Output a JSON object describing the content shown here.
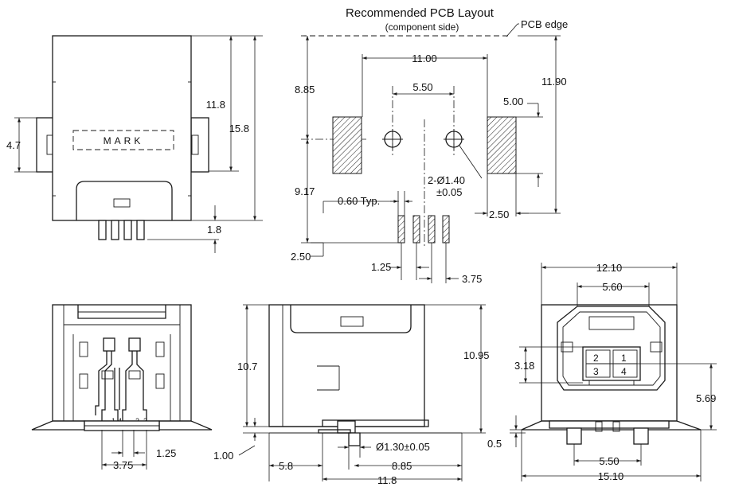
{
  "header": {
    "title": "Recommended PCB Layout",
    "subtitle": "(component side)",
    "pcb_edge": "PCB edge"
  },
  "front_view": {
    "mark": "MARK",
    "dims": {
      "height_11_8": "11.8",
      "height_15_8": "15.8",
      "width_4_7": "4.7",
      "pin_1_8": "1.8"
    }
  },
  "pcb_layout": {
    "dims": {
      "d8_85": "8.85",
      "d11_00": "11.00",
      "d5_50": "5.50",
      "d11_90": "11.90",
      "d5_00": "5.00",
      "d9_17": "9.17",
      "d0_60": "0.60 Typ.",
      "d2_hole": "2-Ø1.40",
      "d2_hole_tol": "±0.05",
      "d2_50_right": "2.50",
      "d2_50_left": "2.50",
      "d1_25": "1.25",
      "d3_75": "3.75"
    }
  },
  "bottom_left_view": {
    "pins": [
      "1",
      "4",
      "2",
      "3"
    ],
    "dims": {
      "d3_75": "3.75",
      "d1_25": "1.25"
    }
  },
  "side_view": {
    "dims": {
      "d10_7": "10.7",
      "d10_95": "10.95",
      "d1_00": "1.00",
      "d5_8": "5.8",
      "post": "Ø1.30±0.05",
      "d8_85": "8.85",
      "d11_8": "11.8"
    }
  },
  "end_view": {
    "contacts": {
      "c2": "2",
      "c1": "1",
      "c3": "3",
      "c4": "4"
    },
    "dims": {
      "d12_10": "12.10",
      "d5_60": "5.60",
      "d3_18": "3.18",
      "d5_69": "5.69",
      "d0_5": "0.5",
      "d5_50": "5.50",
      "d15_10": "15.10"
    }
  }
}
